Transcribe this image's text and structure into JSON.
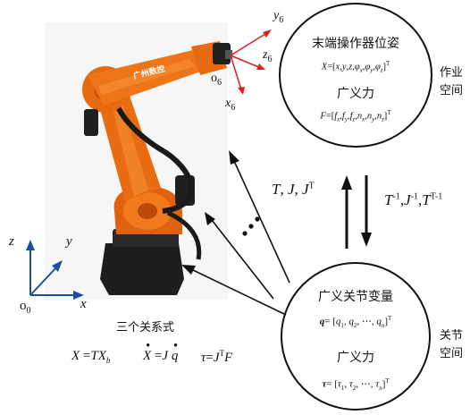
{
  "robot": {
    "brand_text": "广州数控"
  },
  "tool_frame": {
    "y_label": "y",
    "y_sub": "6",
    "z_label": "z",
    "z_sub": "6",
    "x_label": "x",
    "x_sub": "6",
    "origin": "o",
    "origin_sub": "6"
  },
  "base_frame": {
    "z_label": "z",
    "y_label": "y",
    "x_label": "x",
    "origin": "o",
    "origin_sub": "0"
  },
  "top_ellipse": {
    "title": "末端操作器位姿",
    "pose_formula": "X=[x,y,z,φx,φy,φz]T",
    "force_title": "广义力",
    "force_formula": "F=[fx,fy,fz,nx,ny,nz]T"
  },
  "bottom_ellipse": {
    "title": "广义关节变量",
    "joint_formula": "q=[q1,q2,…,qn]T",
    "force_title": "广义力",
    "torque_formula": "τ=[τ1,τ2,…,τn]T"
  },
  "space_labels": {
    "work_line1": "作业",
    "work_line2": "空间",
    "joint_line1": "关节",
    "joint_line2": "空间"
  },
  "left_map_label": "T, J, JT",
  "right_map_label": "T-1,J-1,TT-1",
  "relations": {
    "title": "三个关系式",
    "eq1": "X=TXb",
    "eq2": "Ẋ=J q̇",
    "eq3": "τ=JTF"
  }
}
